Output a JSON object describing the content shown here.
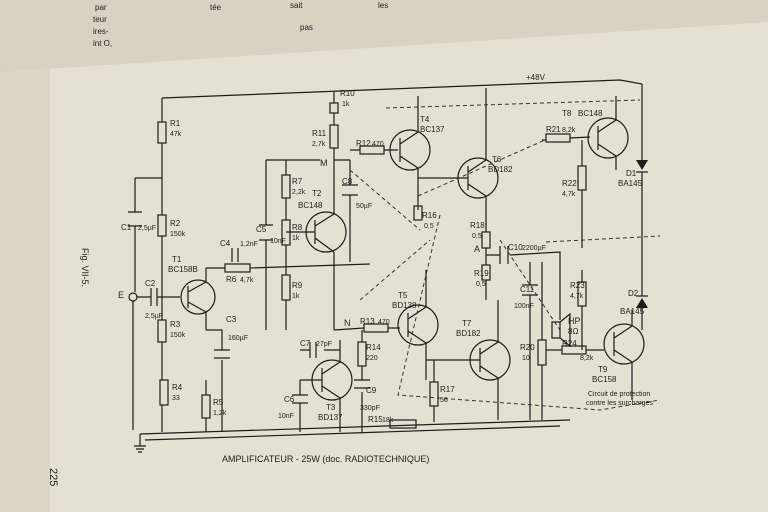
{
  "page_number": "225",
  "figure_label": "Fig. VII-5.",
  "caption": "AMPLIFICATEUR - 25W (doc. RADIOTECHNIQUE)",
  "protection_note": [
    "Circuit de protection",
    "contre les surcharges"
  ],
  "margin_text_left": [
    "par",
    "teur",
    "ires-",
    "int O,"
  ],
  "margin_text_right": [
    "tée",
    "sait",
    "pas",
    "les"
  ],
  "supply": "+48V",
  "input_label": "E",
  "nodes": {
    "M": "M",
    "N": "N",
    "A": "A"
  },
  "resistors": [
    {
      "name": "R1",
      "value": "47k"
    },
    {
      "name": "R2",
      "value": "150k"
    },
    {
      "name": "R3",
      "value": "150k"
    },
    {
      "name": "R4",
      "value": "33"
    },
    {
      "name": "R5",
      "value": "1,2k"
    },
    {
      "name": "R6",
      "value": "4,7k"
    },
    {
      "name": "R7",
      "value": "2,2k"
    },
    {
      "name": "R8",
      "value": "1k"
    },
    {
      "name": "R9",
      "value": "1k"
    },
    {
      "name": "R10",
      "value": "1k"
    },
    {
      "name": "R11",
      "value": "2,7k"
    },
    {
      "name": "R12",
      "value": "470"
    },
    {
      "name": "R13",
      "value": "470"
    },
    {
      "name": "R14",
      "value": "220"
    },
    {
      "name": "R15",
      "value": "18k"
    },
    {
      "name": "R16",
      "value": "0,5"
    },
    {
      "name": "R17",
      "value": "56"
    },
    {
      "name": "R18",
      "value": "0,5"
    },
    {
      "name": "R19",
      "value": "0,5"
    },
    {
      "name": "R20",
      "value": "10"
    },
    {
      "name": "R21",
      "value": "8,2k"
    },
    {
      "name": "R22",
      "value": "4,7k"
    },
    {
      "name": "R23",
      "value": "4,7k"
    },
    {
      "name": "R24",
      "value": "8,2k"
    }
  ],
  "capacitors": [
    {
      "name": "C1",
      "value": "2,5µF"
    },
    {
      "name": "C2",
      "value": "2,5µF"
    },
    {
      "name": "C3",
      "value": "160µF"
    },
    {
      "name": "C4",
      "value": "1,2nF"
    },
    {
      "name": "C5",
      "value": "10nF"
    },
    {
      "name": "C6",
      "value": "10nF"
    },
    {
      "name": "C7",
      "value": "27pF"
    },
    {
      "name": "C8",
      "value": "50µF"
    },
    {
      "name": "C9",
      "value": "330pF"
    },
    {
      "name": "C10",
      "value": "2200µF"
    },
    {
      "name": "C11",
      "value": "100nF"
    }
  ],
  "transistors": [
    {
      "name": "T1",
      "type": "BC158B"
    },
    {
      "name": "T2",
      "type": "BC148"
    },
    {
      "name": "T3",
      "type": "BD137"
    },
    {
      "name": "T4",
      "type": "BC137"
    },
    {
      "name": "T5",
      "type": "BD138"
    },
    {
      "name": "T6",
      "type": "BD182"
    },
    {
      "name": "T7",
      "type": "BD182"
    },
    {
      "name": "T8",
      "type": "BC148"
    },
    {
      "name": "T9",
      "type": "BC158"
    }
  ],
  "diodes": [
    {
      "name": "D1",
      "type": "BA145"
    },
    {
      "name": "D2",
      "type": "BA145"
    }
  ],
  "speaker": {
    "name": "HP",
    "value": "8Ω"
  },
  "colors": {
    "page": "#e6e0d2",
    "ink": "#1c1c1c",
    "shadow": "#3a3630"
  }
}
